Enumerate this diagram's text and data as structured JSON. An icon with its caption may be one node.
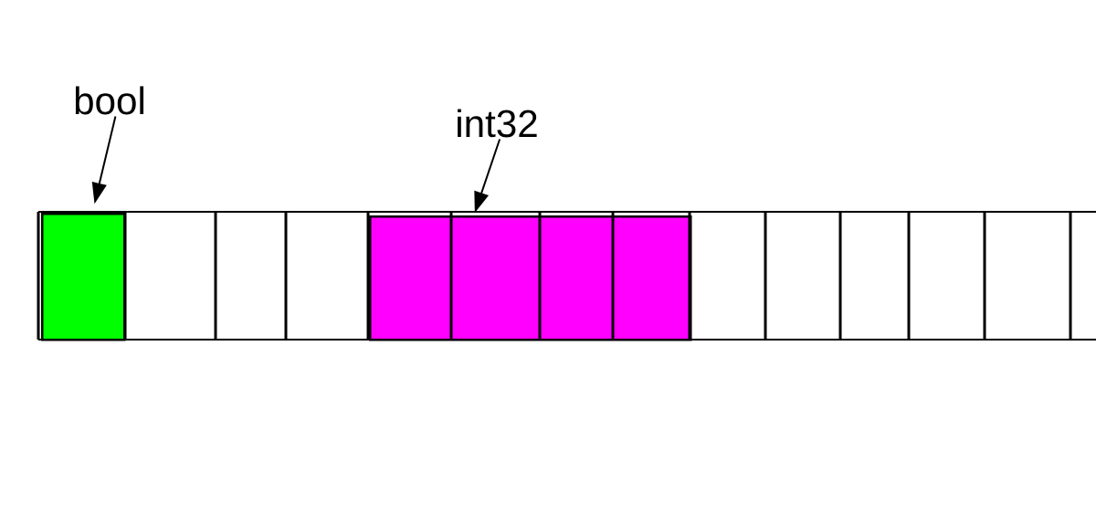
{
  "diagram": {
    "nodes": [
      {
        "text": [
          "bool"
        ]
      },
      {
        "text": [
          "int32"
        ]
      },
      {
        "text": [],
        "shape": "box"
      },
      {
        "text": [],
        "shape": "box"
      }
    ],
    "edges": [
      {
        "from": 0,
        "to": 2,
        "arrow": "to"
      },
      {
        "from": 1,
        "to": 3,
        "arrow": "to"
      }
    ]
  }
}
